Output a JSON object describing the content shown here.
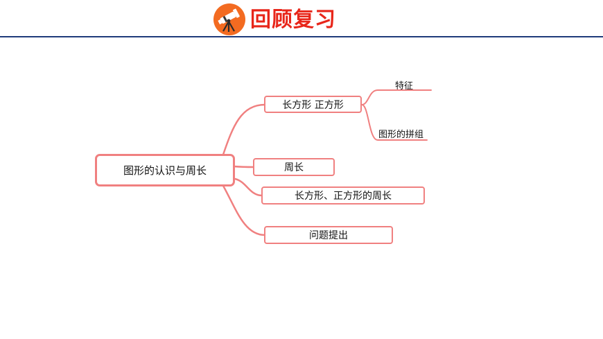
{
  "header": {
    "title": "回顾复习",
    "logo_icon": "telescope-icon",
    "accent_color": "#f36b21",
    "title_color": "#e8261a",
    "rule_color": "#1f3a7a"
  },
  "mindmap": {
    "line_color": "#f08080",
    "root": "图形的认识与周长",
    "branches": [
      {
        "label": "长方形  正方形",
        "children": [
          "特征",
          "图形的拼组"
        ]
      },
      {
        "label": "周长",
        "children": []
      },
      {
        "label": "长方形、正方形的周长",
        "children": []
      },
      {
        "label": "问题提出",
        "children": []
      }
    ]
  }
}
